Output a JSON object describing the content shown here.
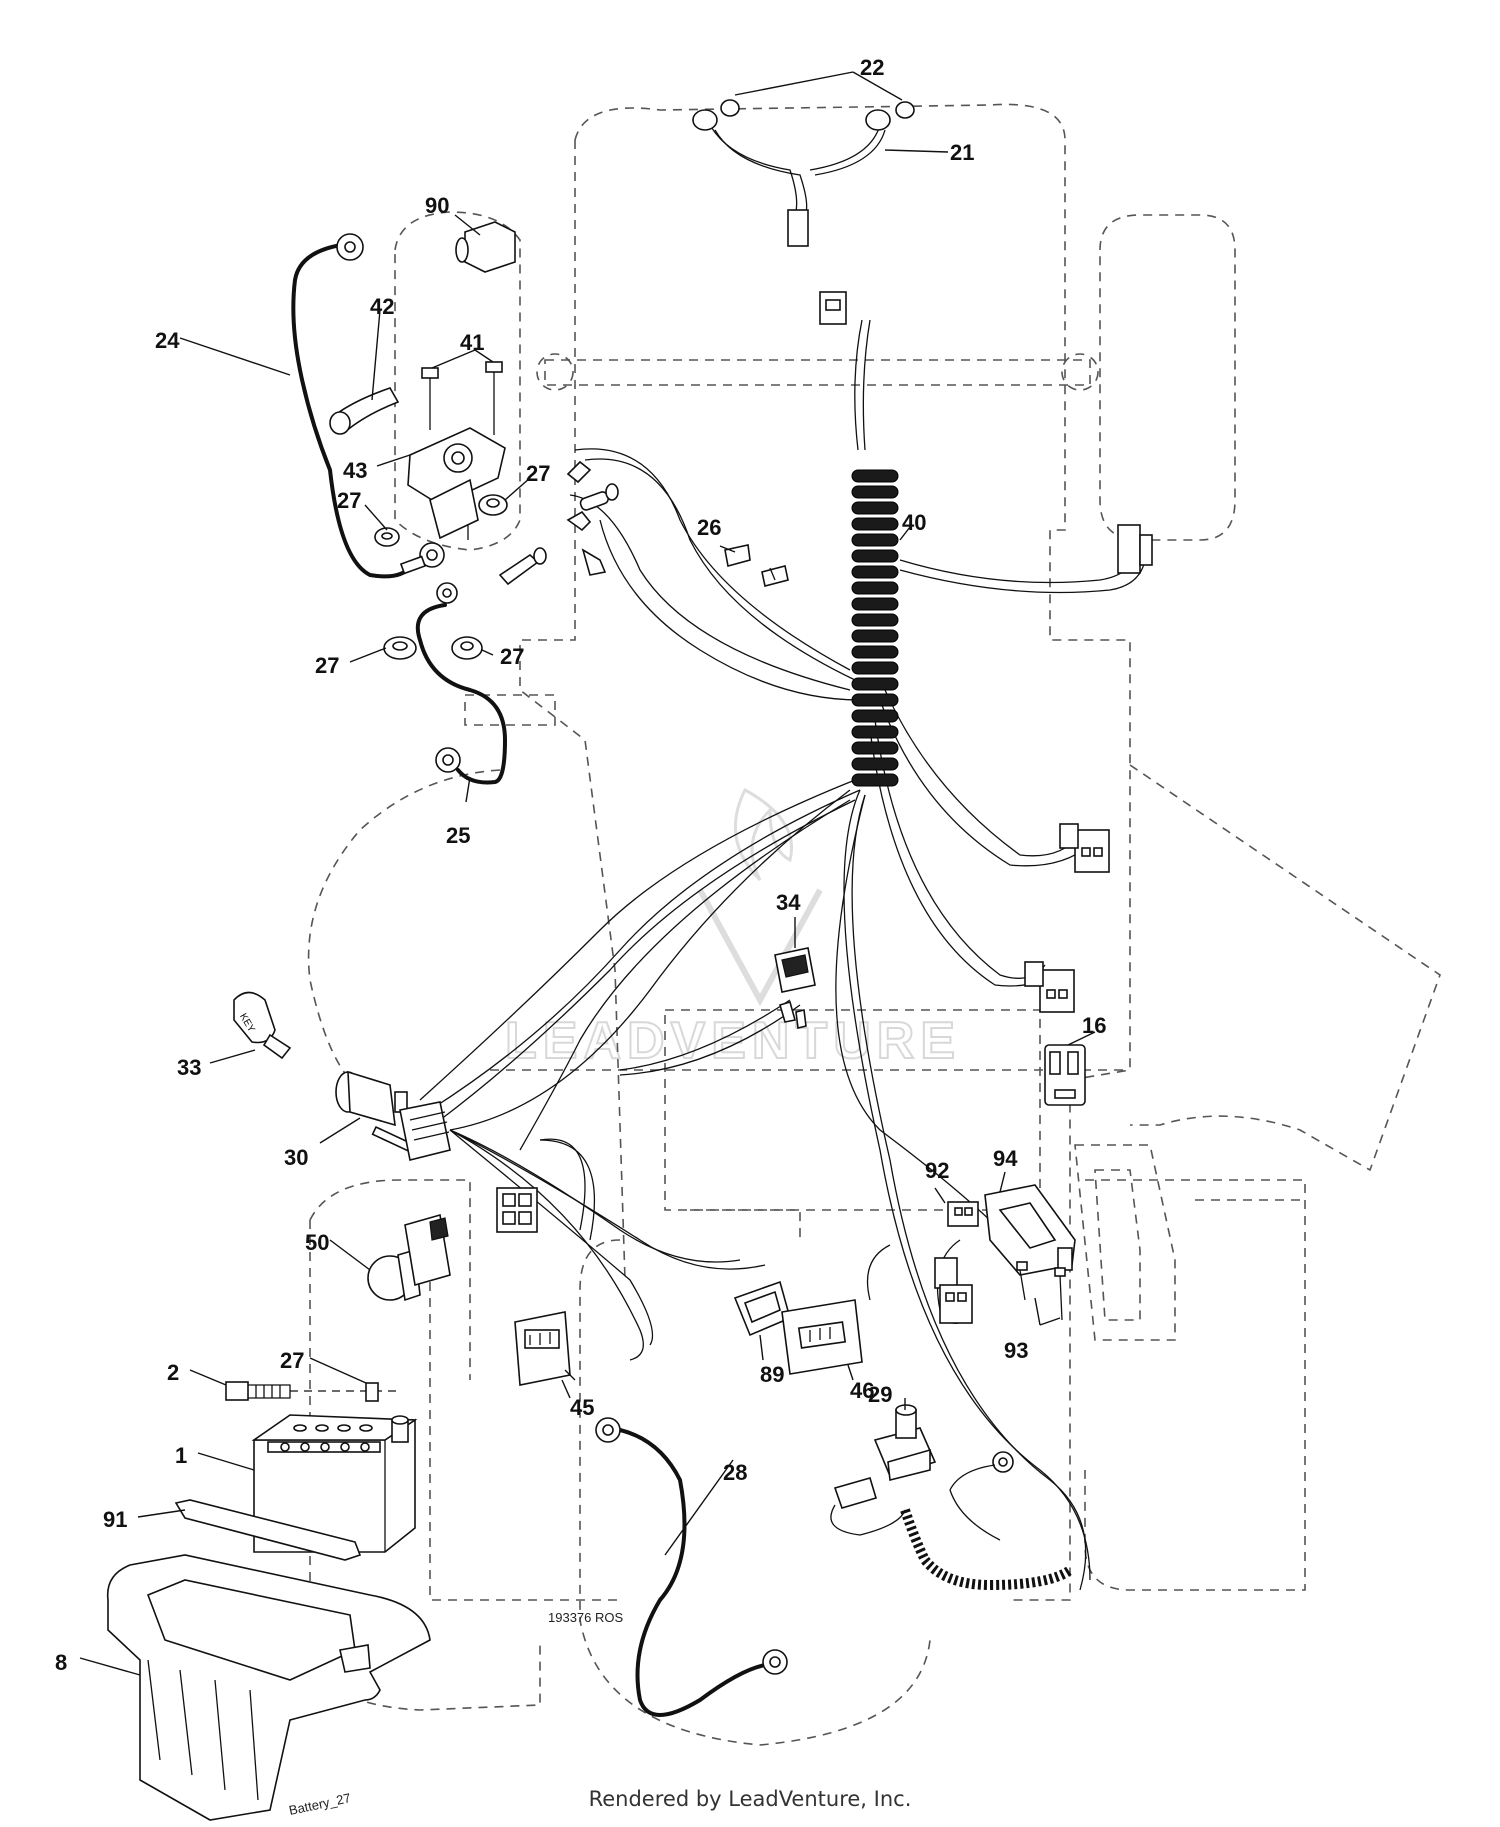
{
  "footer": {
    "rendered_by": "Rendered by LeadVenture, Inc."
  },
  "drawing": {
    "code": "193376 ROS",
    "battery_label": "Battery_27",
    "watermark": "LEADVENTURE"
  },
  "callouts": {
    "c22": "22",
    "c21": "21",
    "c90": "90",
    "c42": "42",
    "c41": "41",
    "c24": "24",
    "c43": "43",
    "c27a": "27",
    "c27b": "27",
    "c26": "26",
    "c40": "40",
    "c27c": "27",
    "c27d": "27",
    "c25": "25",
    "c34": "34",
    "c16": "16",
    "c33": "33",
    "c30": "30",
    "c92": "92",
    "c94": "94",
    "c50": "50",
    "c93": "93",
    "c89": "89",
    "c46": "46",
    "c29": "29",
    "c45": "45",
    "c2": "2",
    "c27e": "27",
    "c1": "1",
    "c28": "28",
    "c91": "91",
    "c8": "8"
  },
  "colors": {
    "ink": "#111111",
    "outline": "#555555",
    "background": "#ffffff"
  }
}
